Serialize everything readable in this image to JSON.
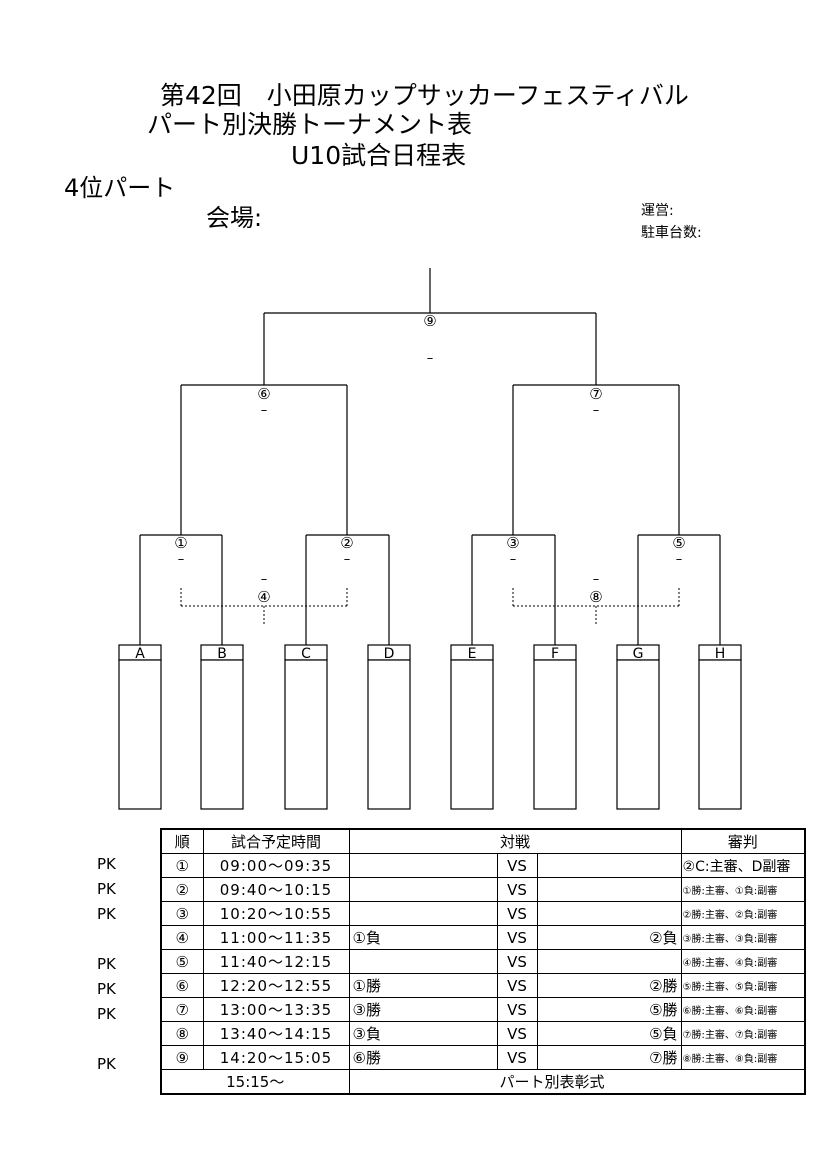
{
  "header": {
    "title_line1": "第42回　小田原カップサッカーフェスティバル",
    "title_line2": "パート別決勝トーナメント表",
    "title_line3": "U10試合日程表",
    "part_name": "4位パート",
    "venue_label": "会場:",
    "management_label": "運営:",
    "parking_label": "駐車台数:"
  },
  "bracket": {
    "teams": [
      "A",
      "B",
      "C",
      "D",
      "E",
      "F",
      "G",
      "H"
    ],
    "match_labels": {
      "m1": "①",
      "m2": "②",
      "m3": "③",
      "m4": "④",
      "m5": "⑤",
      "m6": "⑥",
      "m7": "⑦",
      "m8": "⑧",
      "m9": "⑨"
    },
    "score_dash": "–"
  },
  "schedule": {
    "headers": {
      "order": "順",
      "time": "試合予定時間",
      "match": "対戦",
      "referee": "審判"
    },
    "rows": [
      {
        "pk": "PK",
        "order": "①",
        "time": "09:00〜09:35",
        "left": "",
        "vs": "VS",
        "right": "",
        "referee": "②C:主審、D副審"
      },
      {
        "pk": "PK",
        "order": "②",
        "time": "09:40〜10:15",
        "left": "",
        "vs": "VS",
        "right": "",
        "referee": "①勝:主審、①負:副審"
      },
      {
        "pk": "PK",
        "order": "③",
        "time": "10:20〜10:55",
        "left": "",
        "vs": "VS",
        "right": "",
        "referee": "②勝:主審、②負:副審"
      },
      {
        "pk": "",
        "order": "④",
        "time": "11:00〜11:35",
        "left": "①負",
        "vs": "VS",
        "right": "②負",
        "referee": "③勝:主審、③負:副審"
      },
      {
        "pk": "PK",
        "order": "⑤",
        "time": "11:40〜12:15",
        "left": "",
        "vs": "VS",
        "right": "",
        "referee": "④勝:主審、④負:副審"
      },
      {
        "pk": "PK",
        "order": "⑥",
        "time": "12:20〜12:55",
        "left": "①勝",
        "vs": "VS",
        "right": "②勝",
        "referee": "⑤勝:主審、⑤負:副審"
      },
      {
        "pk": "PK",
        "order": "⑦",
        "time": "13:00〜13:35",
        "left": "③勝",
        "vs": "VS",
        "right": "⑤勝",
        "referee": "⑥勝:主審、⑥負:副審"
      },
      {
        "pk": "",
        "order": "⑧",
        "time": "13:40〜14:15",
        "left": "③負",
        "vs": "VS",
        "right": "⑤負",
        "referee": "⑦勝:主審、⑦負:副審"
      },
      {
        "pk": "PK",
        "order": "⑨",
        "time": "14:20〜15:05",
        "left": "⑥勝",
        "vs": "VS",
        "right": "⑦勝",
        "referee": "⑧勝:主審、⑧負:副審"
      }
    ],
    "ceremony_time": "15:15〜",
    "ceremony_label": "パート別表彰式"
  }
}
